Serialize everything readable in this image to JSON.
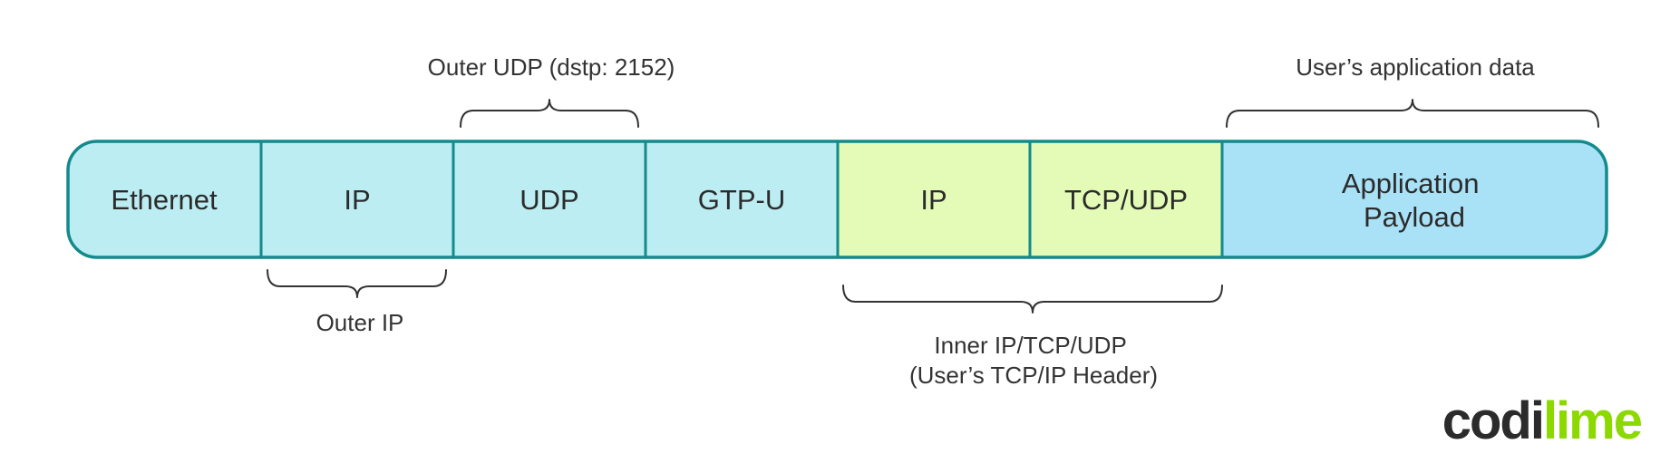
{
  "segments": [
    {
      "lines": [
        "Ethernet"
      ],
      "fill": "#bcedf2"
    },
    {
      "lines": [
        "IP"
      ],
      "fill": "#bcedf2"
    },
    {
      "lines": [
        "UDP"
      ],
      "fill": "#bcedf2"
    },
    {
      "lines": [
        "GTP-U"
      ],
      "fill": "#bcedf2"
    },
    {
      "lines": [
        "IP"
      ],
      "fill": "#e3fbb7"
    },
    {
      "lines": [
        "TCP/UDP"
      ],
      "fill": "#e3fbb7"
    },
    {
      "lines": [
        "Application",
        "Payload"
      ],
      "fill": "#a9e2f7"
    }
  ],
  "annotations": {
    "outer_udp": "Outer UDP (dstp: 2152)",
    "user_app_data": "User’s application data",
    "outer_ip": "Outer IP",
    "inner_line1": "Inner IP/TCP/UDP",
    "inner_line2": "(User’s TCP/IP Header)"
  },
  "logo": {
    "part1": "codi",
    "part2": "lime"
  },
  "colors": {
    "border": "#138a8c",
    "bracket": "#333333",
    "logo_dark": "#2b2b2b",
    "logo_accent": "#8cd900"
  }
}
